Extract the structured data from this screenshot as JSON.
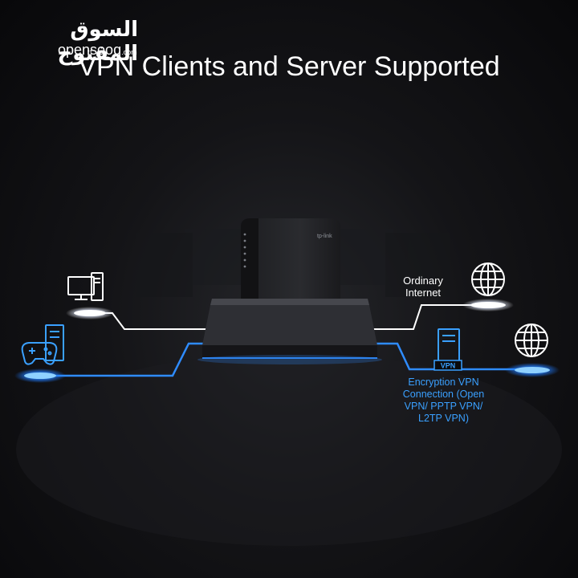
{
  "brand": {
    "arabic_name": "السوق المفتوح",
    "latin_name": "opensooq",
    "latin_suffix": ".com"
  },
  "title": "VPN Clients and Server Supported",
  "router": {
    "label": "tp-link"
  },
  "labels": {
    "ordinary_internet": [
      "Ordinary",
      "Internet"
    ],
    "vpn_badge": "VPN",
    "vpn_description": [
      "Encryption VPN",
      "Connection (Open",
      "VPN/ PPTP VPN/",
      "L2TP VPN)"
    ]
  },
  "icons": [
    "computer-icon",
    "game-controller-icon",
    "server-icon",
    "globe-icon",
    "router-icon",
    "vpn-server-icon"
  ],
  "colors": {
    "background": "#0a0a0c",
    "white_line": "#ffffff",
    "vpn_blue": "#2f8cff",
    "vpn_text": "#3aa0ff"
  }
}
